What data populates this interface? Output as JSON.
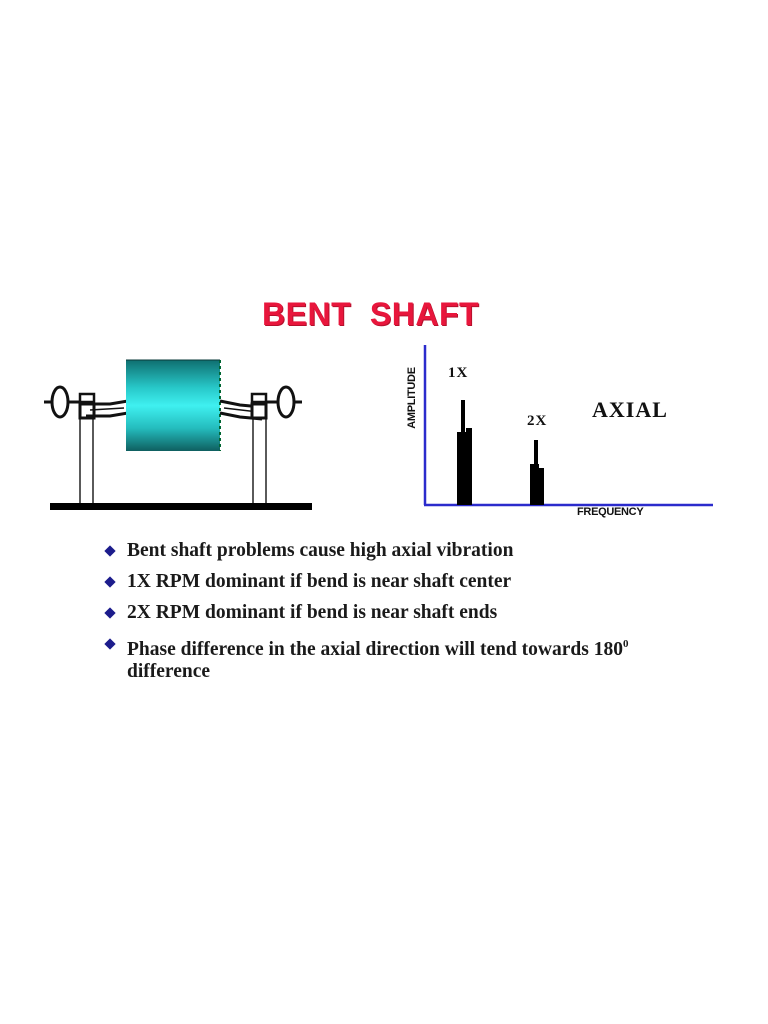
{
  "slide": {
    "title": "BENT  SHAFT",
    "colors": {
      "title": "#e8163c",
      "rotor": "#2fd6d6",
      "axis": "#2b2bcc",
      "bullet_marker": "#1c1c8c",
      "text": "#1a1a1a"
    },
    "diagram": {
      "label": "Bent shaft rotor between two bearings on a base",
      "parts": [
        "left-coupling",
        "left-bearing",
        "rotor",
        "right-bearing",
        "right-coupling",
        "base"
      ]
    },
    "spectrum": {
      "axis_y_label": "AMPLITUDE",
      "axis_x_label": "FREQUENCY",
      "direction_label": "AXIAL",
      "peaks": [
        {
          "label": "1X"
        },
        {
          "label": "2X"
        }
      ]
    },
    "bullets": [
      {
        "text": "Bent shaft problems cause high axial vibration"
      },
      {
        "text": "1X RPM dominant if bend is near shaft center"
      },
      {
        "text": "2X RPM dominant if bend is near shaft ends"
      },
      {
        "text_before": "Phase difference in the axial direction will tend towards 180",
        "superscript": "0",
        "text_after": " difference"
      }
    ]
  },
  "chart_data": {
    "type": "bar",
    "title": "AXIAL",
    "xlabel": "FREQUENCY",
    "ylabel": "AMPLITUDE",
    "categories": [
      "1X",
      "2X"
    ],
    "values": [
      100,
      63
    ],
    "note": "Relative peak amplitudes (1X normalized to 100); no numeric axis ticks shown",
    "grid": false,
    "legend": null
  }
}
